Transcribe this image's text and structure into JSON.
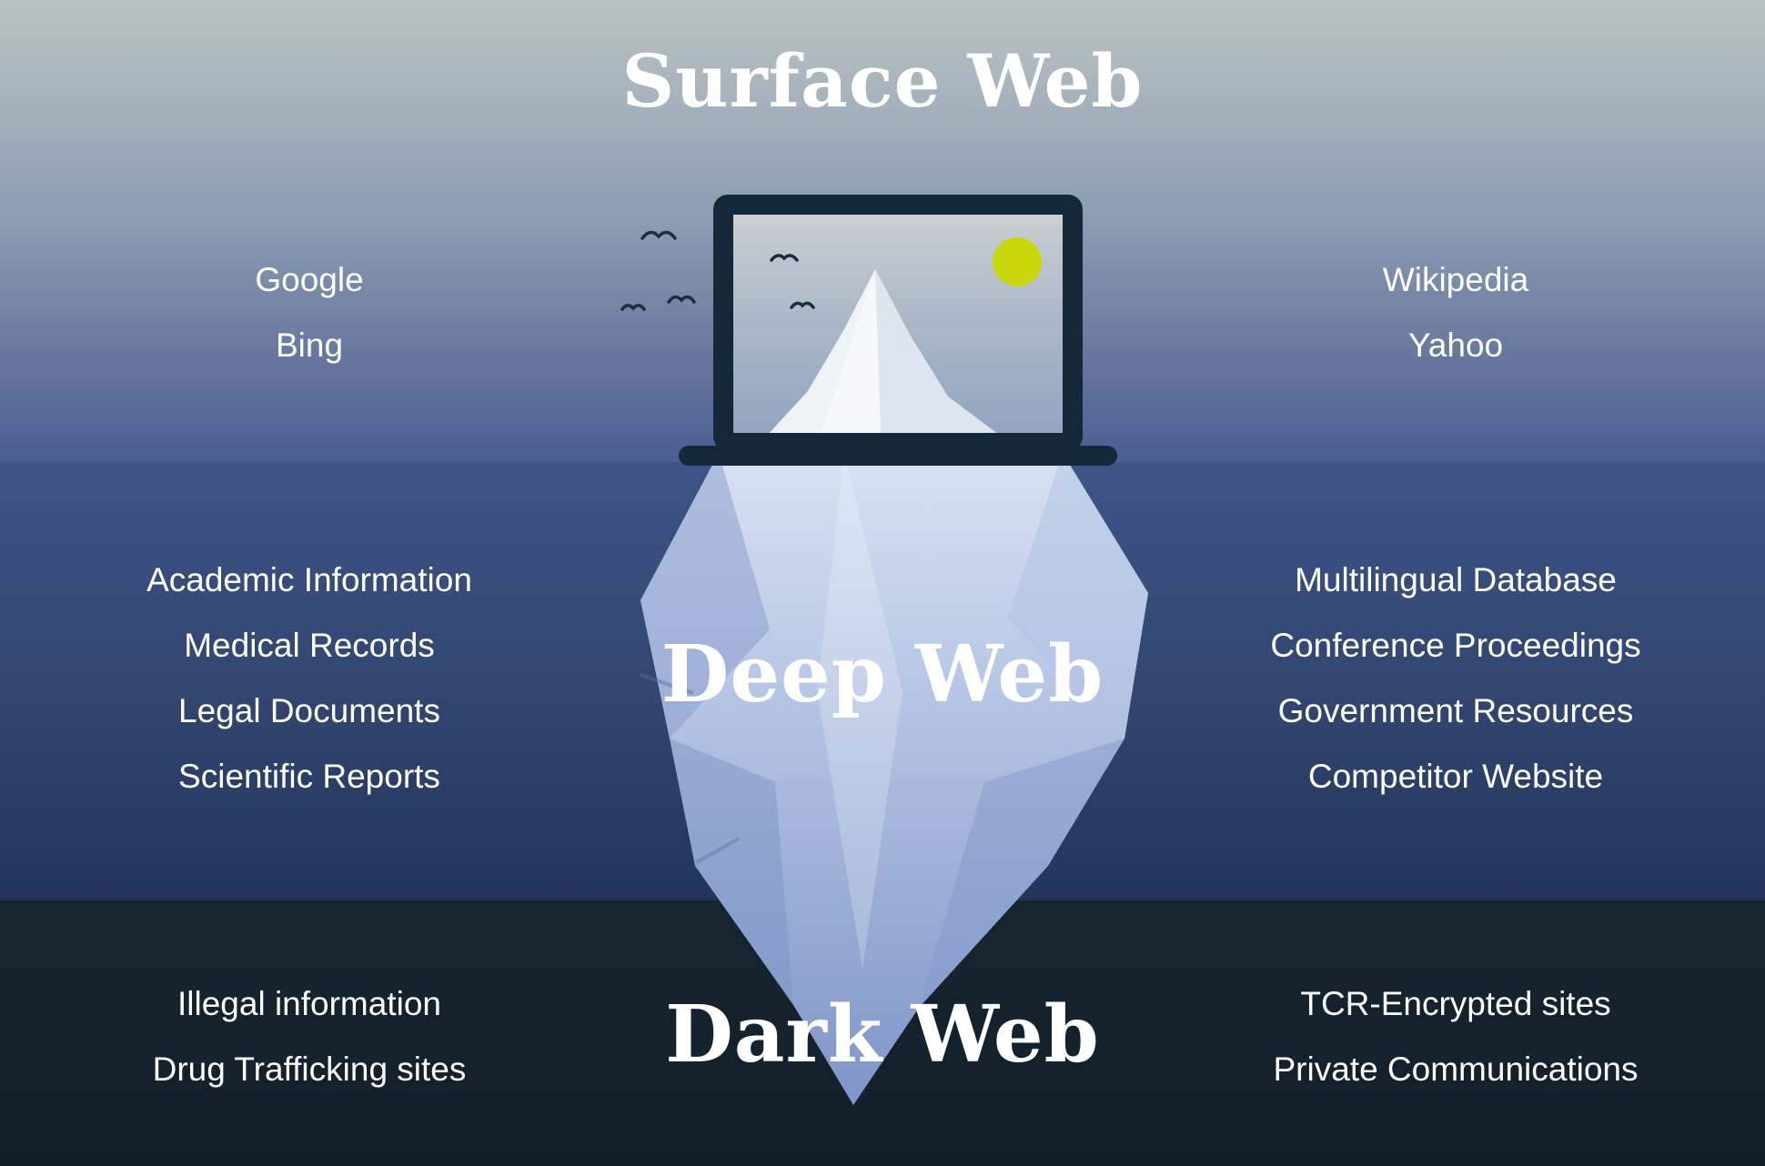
{
  "sections": {
    "surface": {
      "title": "Surface Web",
      "left": [
        "Google",
        "Bing"
      ],
      "right": [
        "Wikipedia",
        "Yahoo"
      ]
    },
    "deep": {
      "title": "Deep Web",
      "left": [
        "Academic Information",
        "Medical Records",
        "Legal Documents",
        "Scientific Reports"
      ],
      "right": [
        "Multilingual Database",
        "Conference Proceedings",
        "Government Resources",
        "Competitor Website"
      ]
    },
    "dark": {
      "title": "Dark Web",
      "left": [
        "Illegal information",
        "Drug Trafficking sites"
      ],
      "right": [
        "TCR-Encrypted sites",
        "Private Communications"
      ]
    }
  },
  "colors": {
    "sky_top": "#b9c2c4",
    "sky_bottom": "#4a5d92",
    "water_top": "#3e5486",
    "water_bottom": "#23355c",
    "dark_band": "#16242e",
    "iceberg_above": "#f6f9fc",
    "iceberg_below": "#8095c8",
    "laptop_frame": "#13293a",
    "sun": "#c8d60a",
    "text": "#ffffff"
  }
}
